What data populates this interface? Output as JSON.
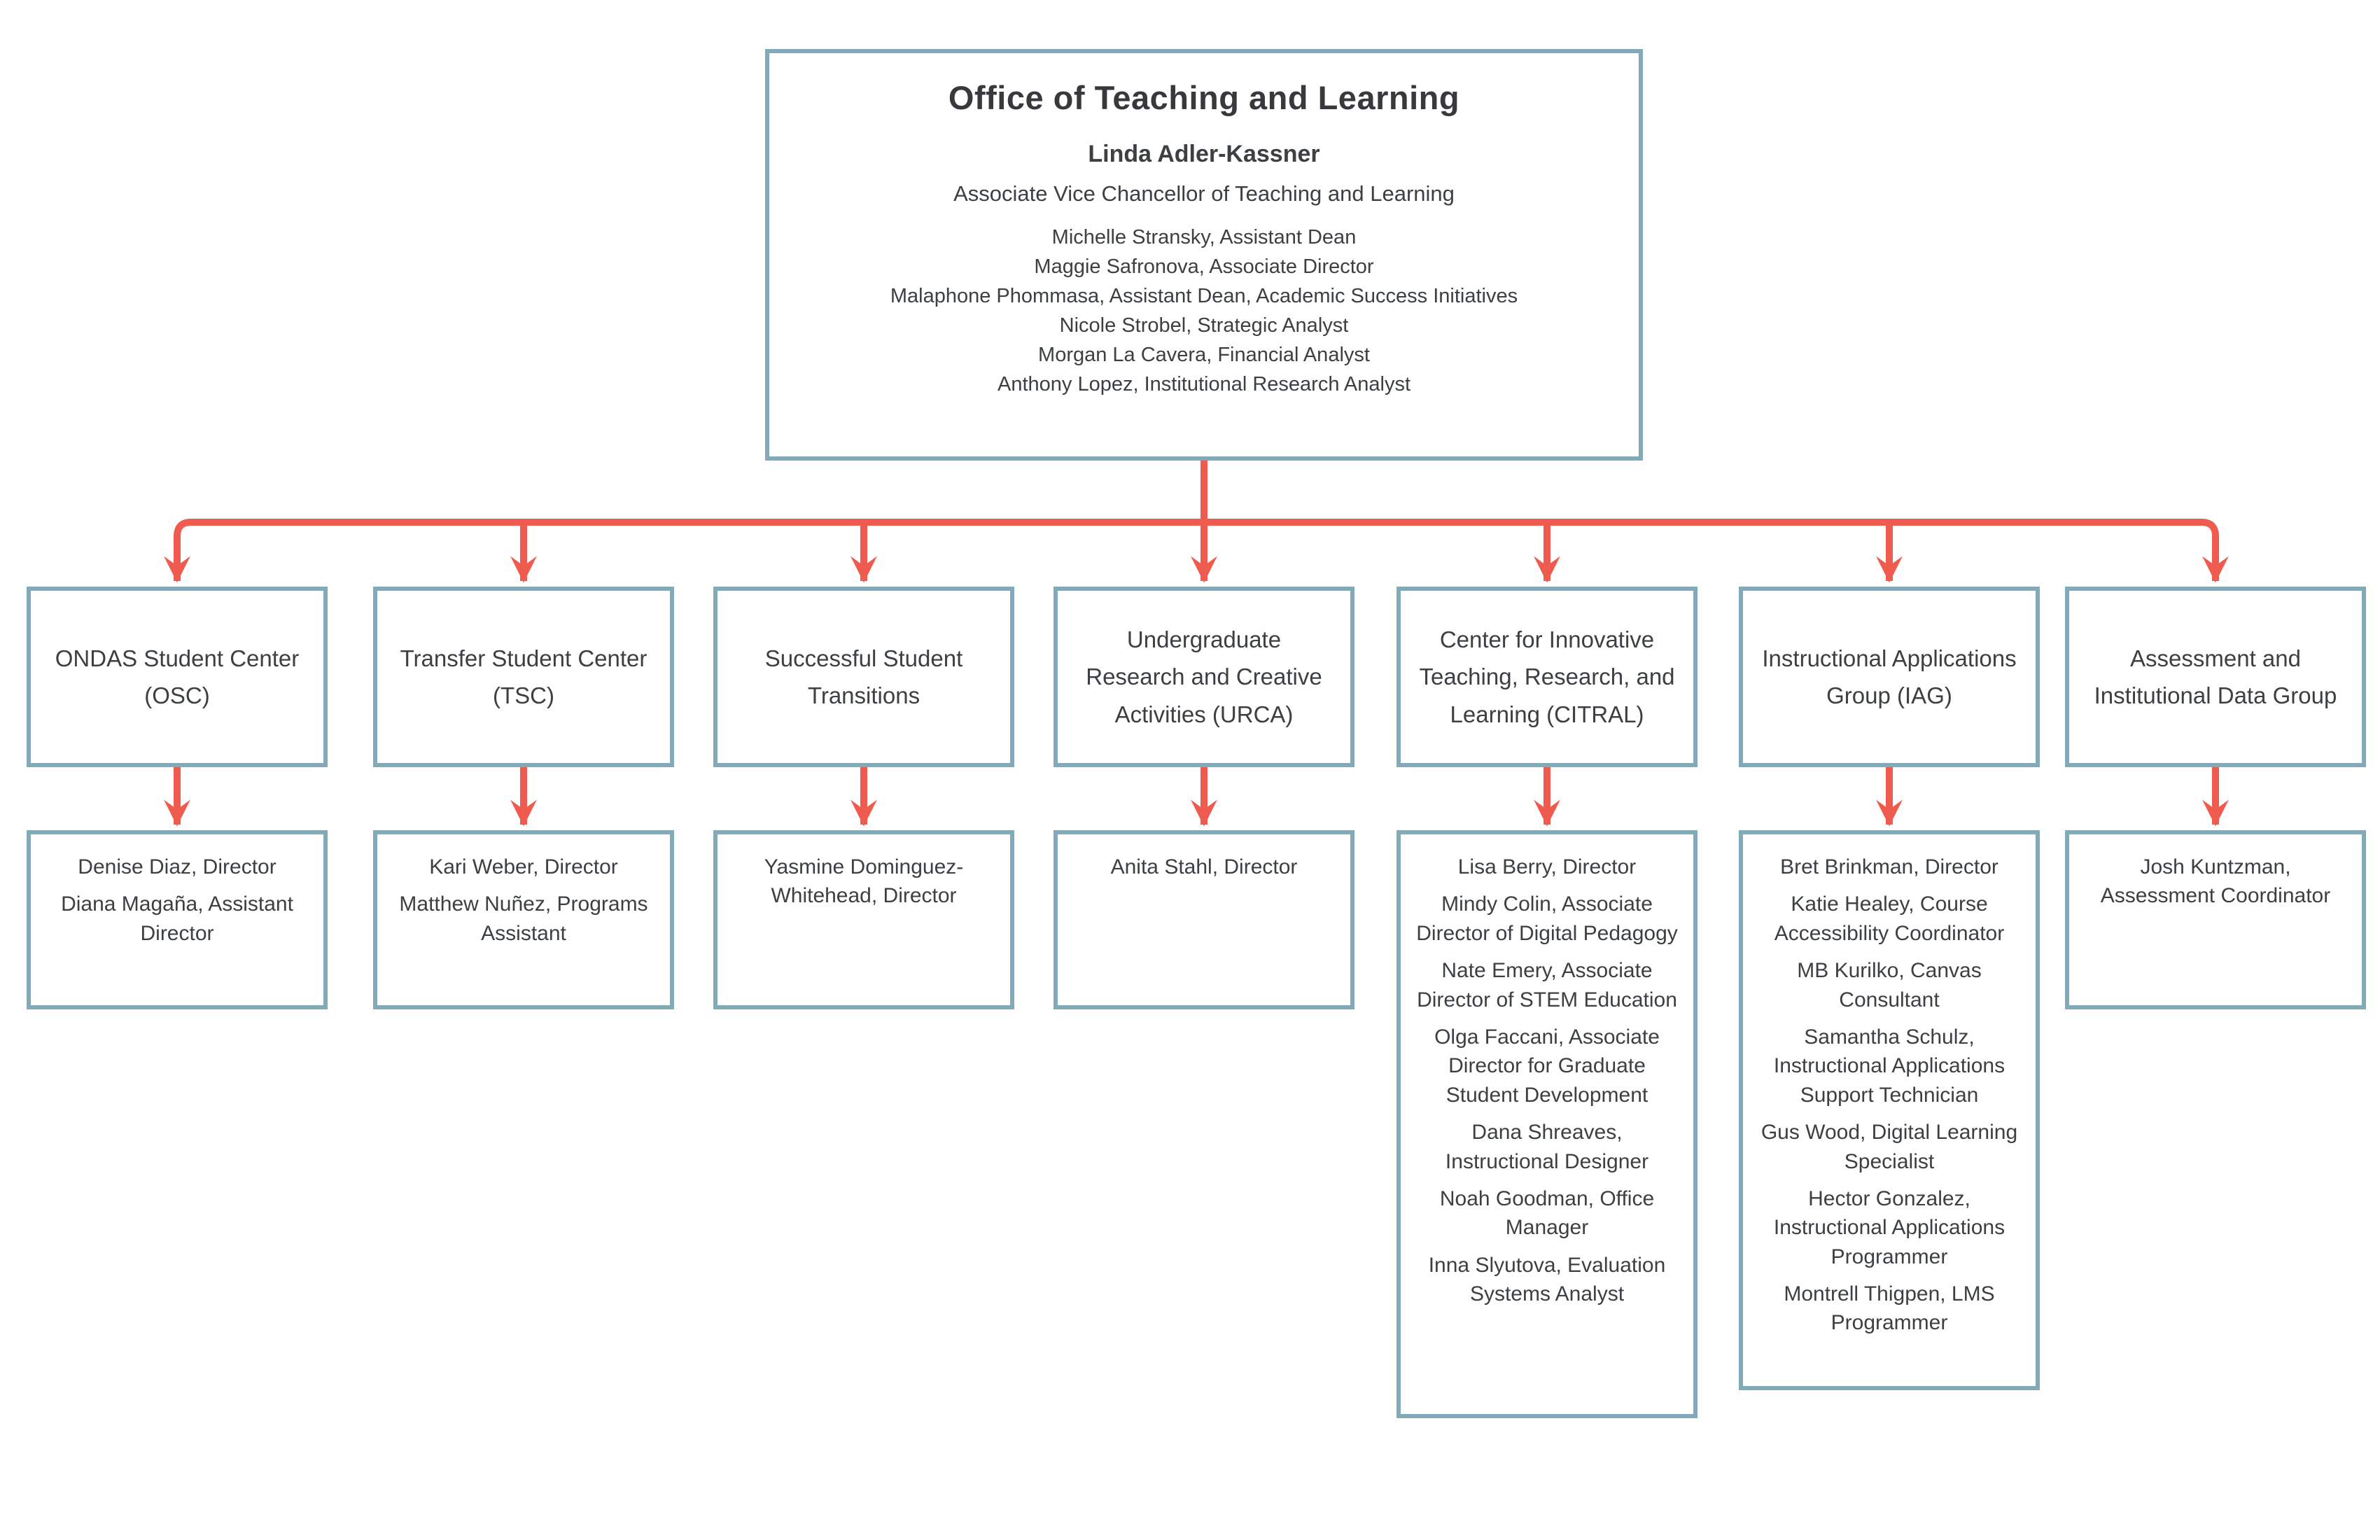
{
  "colors": {
    "box_border": "#81A9B8",
    "arrow": "#F05B4F",
    "text": "#3C4043"
  },
  "root": {
    "title": "Office of Teaching and Learning",
    "leader_name": "Linda Adler-Kassner",
    "leader_title": "Associate Vice Chancellor of Teaching and Learning",
    "staff": [
      "Michelle Stransky, Assistant Dean",
      "Maggie Safronova, Associate Director",
      "Malaphone Phommasa, Assistant Dean, Academic Success Initiatives",
      "Nicole Strobel, Strategic Analyst",
      "Morgan La Cavera, Financial Analyst",
      "Anthony Lopez, Institutional Research Analyst"
    ]
  },
  "departments": [
    {
      "label": "ONDAS Student Center (OSC)",
      "members": [
        "Denise Diaz, Director",
        "Diana Magaña, Assistant Director"
      ]
    },
    {
      "label": "Transfer Student Center (TSC)",
      "members": [
        "Kari Weber, Director",
        "Matthew Nuñez, Programs Assistant"
      ]
    },
    {
      "label": "Successful Student Transitions",
      "members": [
        "Yasmine Dominguez-Whitehead, Director"
      ]
    },
    {
      "label": "Undergraduate Research and Creative Activities (URCA)",
      "members": [
        "Anita Stahl, Director"
      ]
    },
    {
      "label": "Center for Innovative Teaching, Research, and Learning (CITRAL)",
      "members": [
        "Lisa Berry, Director",
        "Mindy Colin, Associate Director of Digital Pedagogy",
        "Nate Emery, Associate Director of STEM Education",
        "Olga Faccani, Associate Director for Graduate Student Development",
        "Dana Shreaves, Instructional Designer",
        "Noah Goodman, Office Manager",
        "Inna Slyutova, Evaluation Systems Analyst"
      ]
    },
    {
      "label": "Instructional Applications Group (IAG)",
      "members": [
        "Bret Brinkman, Director",
        "Katie Healey, Course Accessibility Coordinator",
        "MB Kurilko, Canvas Consultant",
        "Samantha Schulz, Instructional Applications Support Technician",
        "Gus Wood, Digital Learning Specialist",
        "Hector Gonzalez, Instructional Applications Programmer",
        "Montrell Thigpen, LMS Programmer"
      ]
    },
    {
      "label": "Assessment and Institutional Data Group",
      "members": [
        "Josh Kuntzman, Assessment Coordinator"
      ]
    }
  ]
}
